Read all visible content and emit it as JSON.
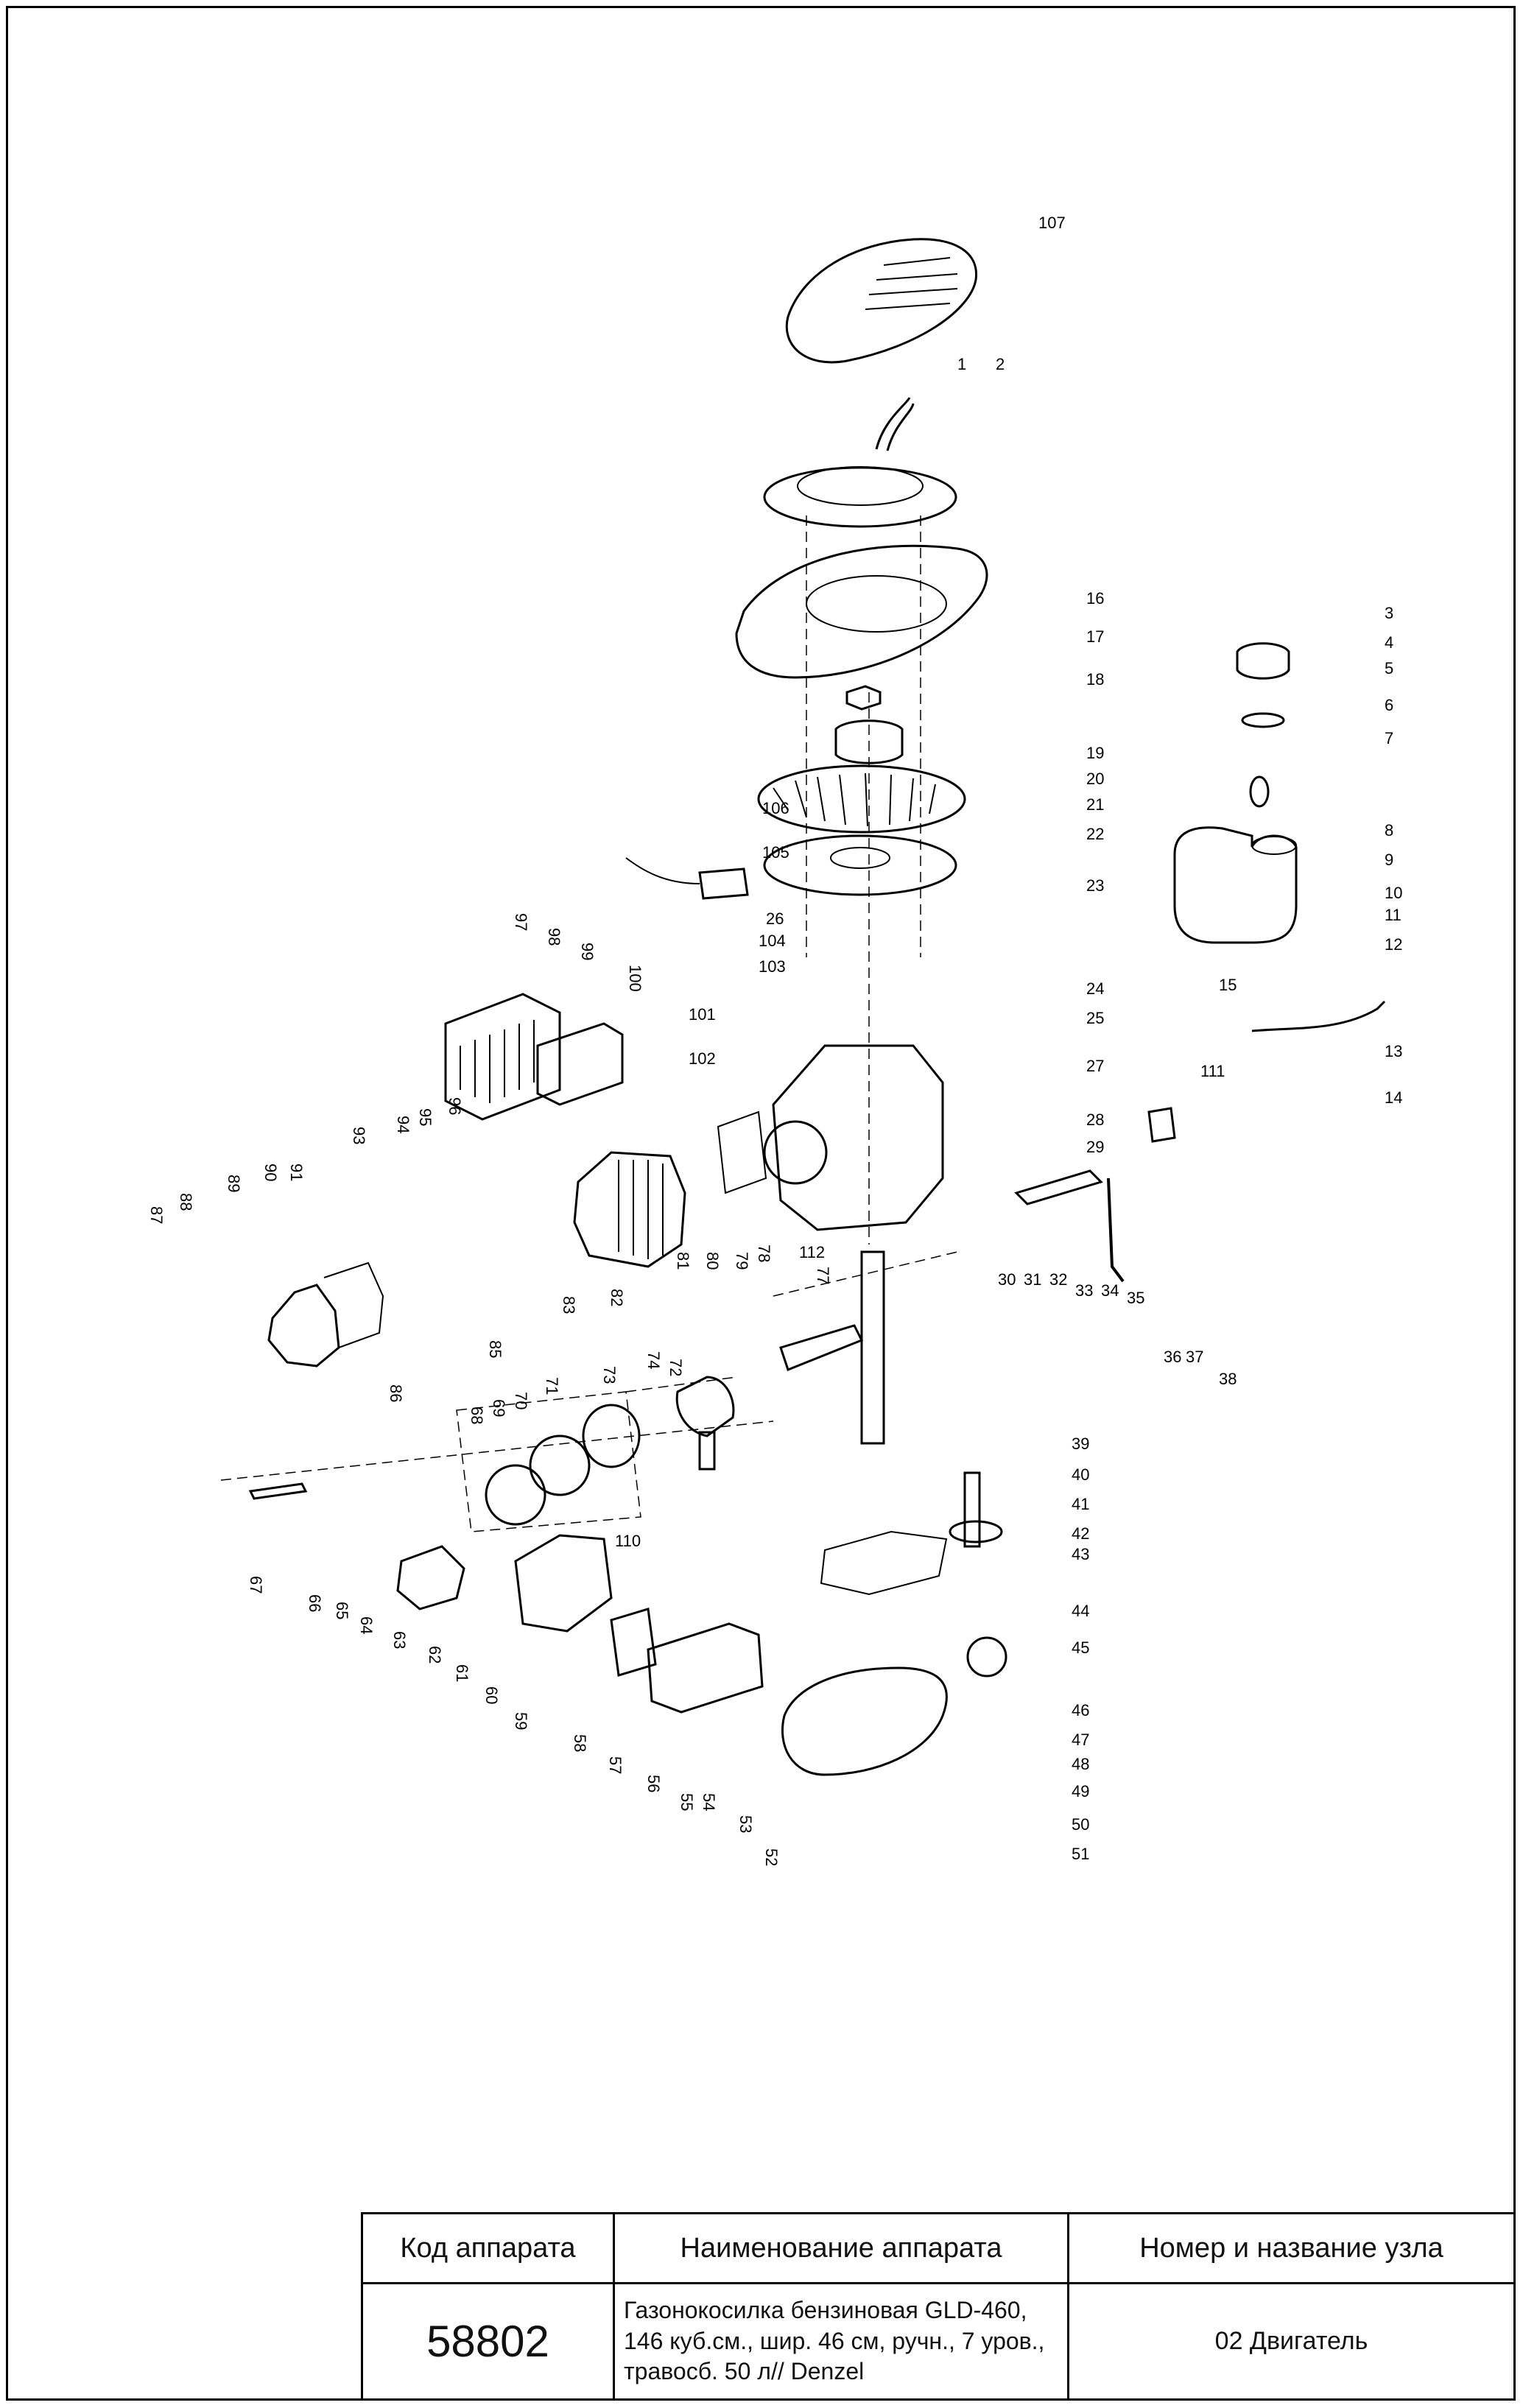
{
  "title_block": {
    "headers": [
      "Код аппарата",
      "Наименование аппарата",
      "Номер и название узла"
    ],
    "code": "58802",
    "name": "Газонокосилка бензиновая GLD-460, 146 куб.см., шир. 46 см, ручн., 7 уров., травосб. 50 л// Denzel",
    "unit": "02 Двигатель"
  },
  "callouts": [
    "107",
    "1",
    "2",
    "16",
    "17",
    "18",
    "19",
    "20",
    "21",
    "22",
    "23",
    "3",
    "4",
    "5",
    "6",
    "7",
    "8",
    "9",
    "10",
    "11",
    "12",
    "13",
    "14",
    "15",
    "106",
    "105",
    "26",
    "104",
    "103",
    "24",
    "25",
    "27",
    "28",
    "29",
    "30",
    "31",
    "32",
    "33",
    "34",
    "35",
    "36",
    "37",
    "38",
    "39",
    "40",
    "41",
    "42",
    "43",
    "44",
    "45",
    "46",
    "47",
    "48",
    "49",
    "50",
    "51",
    "52",
    "53",
    "54",
    "55",
    "56",
    "57",
    "58",
    "59",
    "60",
    "61",
    "62",
    "63",
    "64",
    "65",
    "66",
    "67",
    "68",
    "69",
    "70",
    "71",
    "72",
    "73",
    "74",
    "77",
    "78",
    "79",
    "80",
    "81",
    "82",
    "83",
    "85",
    "86",
    "87",
    "88",
    "89",
    "90",
    "91",
    "93",
    "94",
    "95",
    "96",
    "97",
    "98",
    "99",
    "100",
    "101",
    "102",
    "110",
    "111",
    "112"
  ]
}
